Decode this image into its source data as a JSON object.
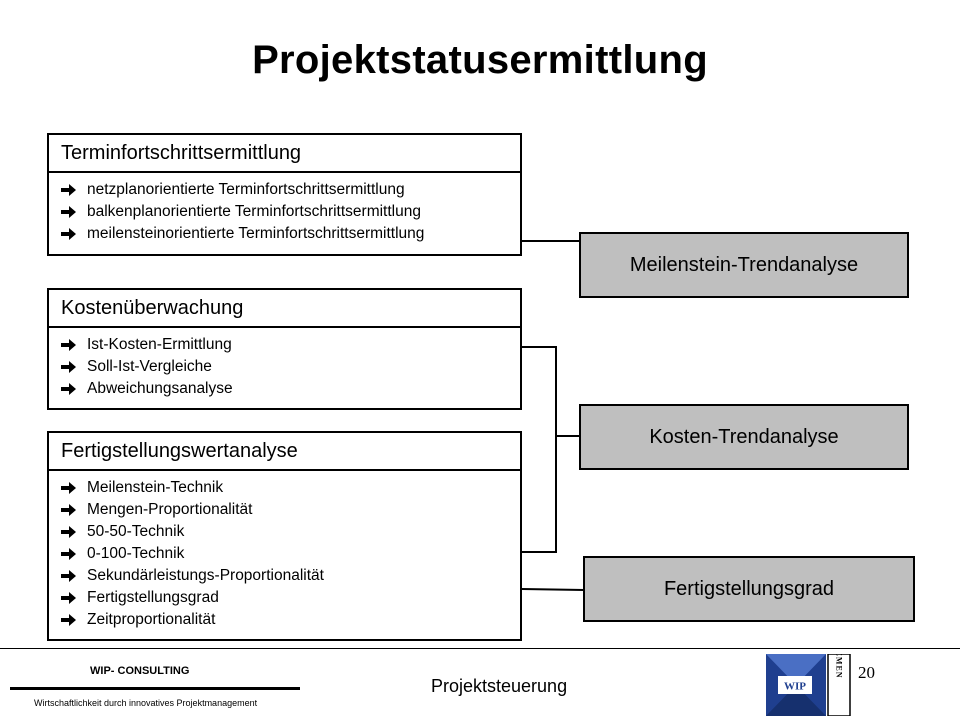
{
  "title": "Projektstatusermittlung",
  "boxes": [
    {
      "heading": "Terminfortschrittsermittlung",
      "items": [
        "netzplanorientierte Terminfortschrittsermittlung",
        "balkenplanorientierte Terminfortschrittsermittlung",
        "meilensteinorientierte Terminfortschrittsermittlung"
      ]
    },
    {
      "heading": "Kostenüberwachung",
      "items": [
        "Ist-Kosten-Ermittlung",
        "Soll-Ist-Vergleiche",
        "Abweichungsanalyse"
      ]
    },
    {
      "heading": "Fertigstellungswertanalyse",
      "items": [
        "Meilenstein-Technik",
        "Mengen-Proportionalität",
        "50-50-Technik",
        "0-100-Technik",
        "Sekundärleistungs-Proportionalität",
        "Fertigstellungsgrad",
        "Zeitproportionalität"
      ]
    }
  ],
  "outputs": [
    "Meilenstein-Trendanalyse",
    "Kosten-Trendanalyse",
    "Fertigstellungsgrad"
  ],
  "footer": {
    "brand": "WIP- CONSULTING",
    "tagline": "Wirtschaftlichkeit durch innovatives Projektmanagement",
    "center": "Projektsteuerung",
    "page": "20",
    "logo_text": "WIP",
    "logo_word": "BREMEN"
  },
  "icons": {
    "bullet": "arrow-right-icon"
  },
  "colors": {
    "output_fill": "#bfbfbf",
    "line": "#000000"
  }
}
